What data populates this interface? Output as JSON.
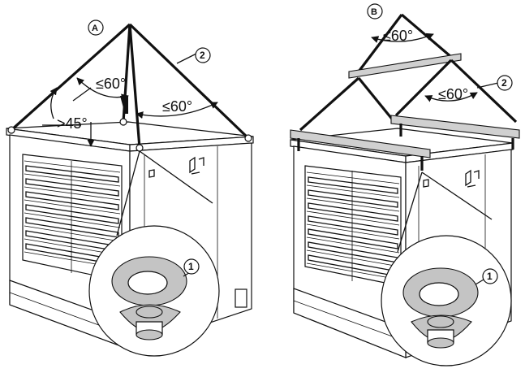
{
  "panel_a": {
    "badge": "A",
    "angle_top": "≤60°",
    "angle_right": "≤60°",
    "angle_min": ">45°",
    "callout_rope": "2",
    "callout_eyebolt": "1"
  },
  "panel_b": {
    "badge": "B",
    "angle_top": "≤60°",
    "angle_right": "≤60°",
    "callout_rope": "2",
    "callout_eyebolt": "1"
  }
}
